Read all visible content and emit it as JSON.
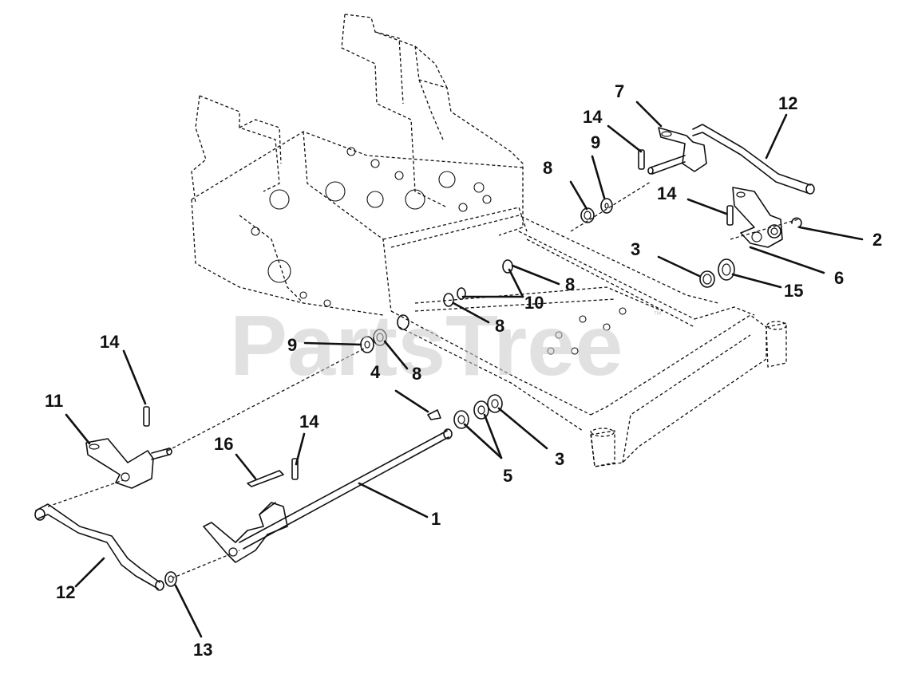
{
  "watermark": {
    "text": "PartsTree",
    "mark": "™"
  },
  "callouts": [
    {
      "id": "c1",
      "label": "1"
    },
    {
      "id": "c2",
      "label": "2"
    },
    {
      "id": "c3a",
      "label": "3"
    },
    {
      "id": "c3b",
      "label": "3"
    },
    {
      "id": "c4",
      "label": "4"
    },
    {
      "id": "c5",
      "label": "5"
    },
    {
      "id": "c6",
      "label": "6"
    },
    {
      "id": "c7",
      "label": "7"
    },
    {
      "id": "c8a",
      "label": "8"
    },
    {
      "id": "c8b",
      "label": "8"
    },
    {
      "id": "c8c",
      "label": "8"
    },
    {
      "id": "c8d",
      "label": "8"
    },
    {
      "id": "c9a",
      "label": "9"
    },
    {
      "id": "c9b",
      "label": "9"
    },
    {
      "id": "c10",
      "label": "10"
    },
    {
      "id": "c11",
      "label": "11"
    },
    {
      "id": "c12a",
      "label": "12"
    },
    {
      "id": "c12b",
      "label": "12"
    },
    {
      "id": "c13",
      "label": "13"
    },
    {
      "id": "c14a",
      "label": "14"
    },
    {
      "id": "c14b",
      "label": "14"
    },
    {
      "id": "c14c",
      "label": "14"
    },
    {
      "id": "c14d",
      "label": "14"
    },
    {
      "id": "c15",
      "label": "15"
    },
    {
      "id": "c16",
      "label": "16"
    }
  ]
}
